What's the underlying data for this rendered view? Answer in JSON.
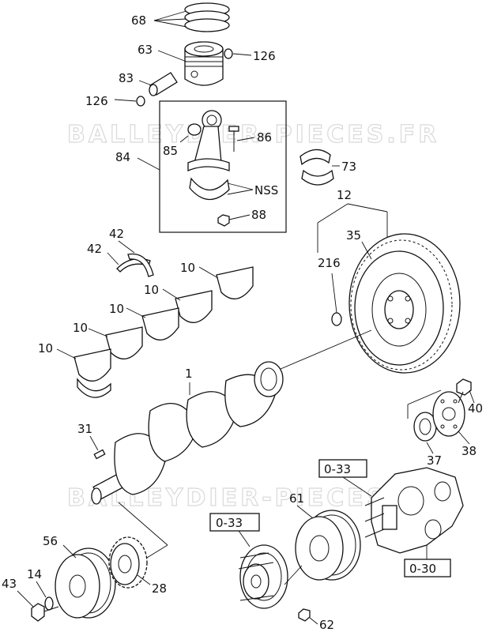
{
  "watermark": "BALLEYDIER-PIECES.FR",
  "labels": {
    "p68": "68",
    "p63": "63",
    "p126a": "126",
    "p83": "83",
    "p126b": "126",
    "p85": "85",
    "p86": "86",
    "p84": "84",
    "p73": "73",
    "pNSS": "NSS",
    "p12": "12",
    "p88": "88",
    "p35": "35",
    "p42a": "42",
    "p42b": "42",
    "p216": "216",
    "p10a": "10",
    "p10b": "10",
    "p10c": "10",
    "p10d": "10",
    "p10e": "10",
    "p1": "1",
    "p40": "40",
    "p31": "31",
    "p38": "38",
    "p37": "37",
    "ref033a": "0-33",
    "p61": "61",
    "ref033b": "0-33",
    "p56": "56",
    "ref030": "0-30",
    "p14": "14",
    "p43": "43",
    "p28": "28",
    "p62": "62"
  }
}
